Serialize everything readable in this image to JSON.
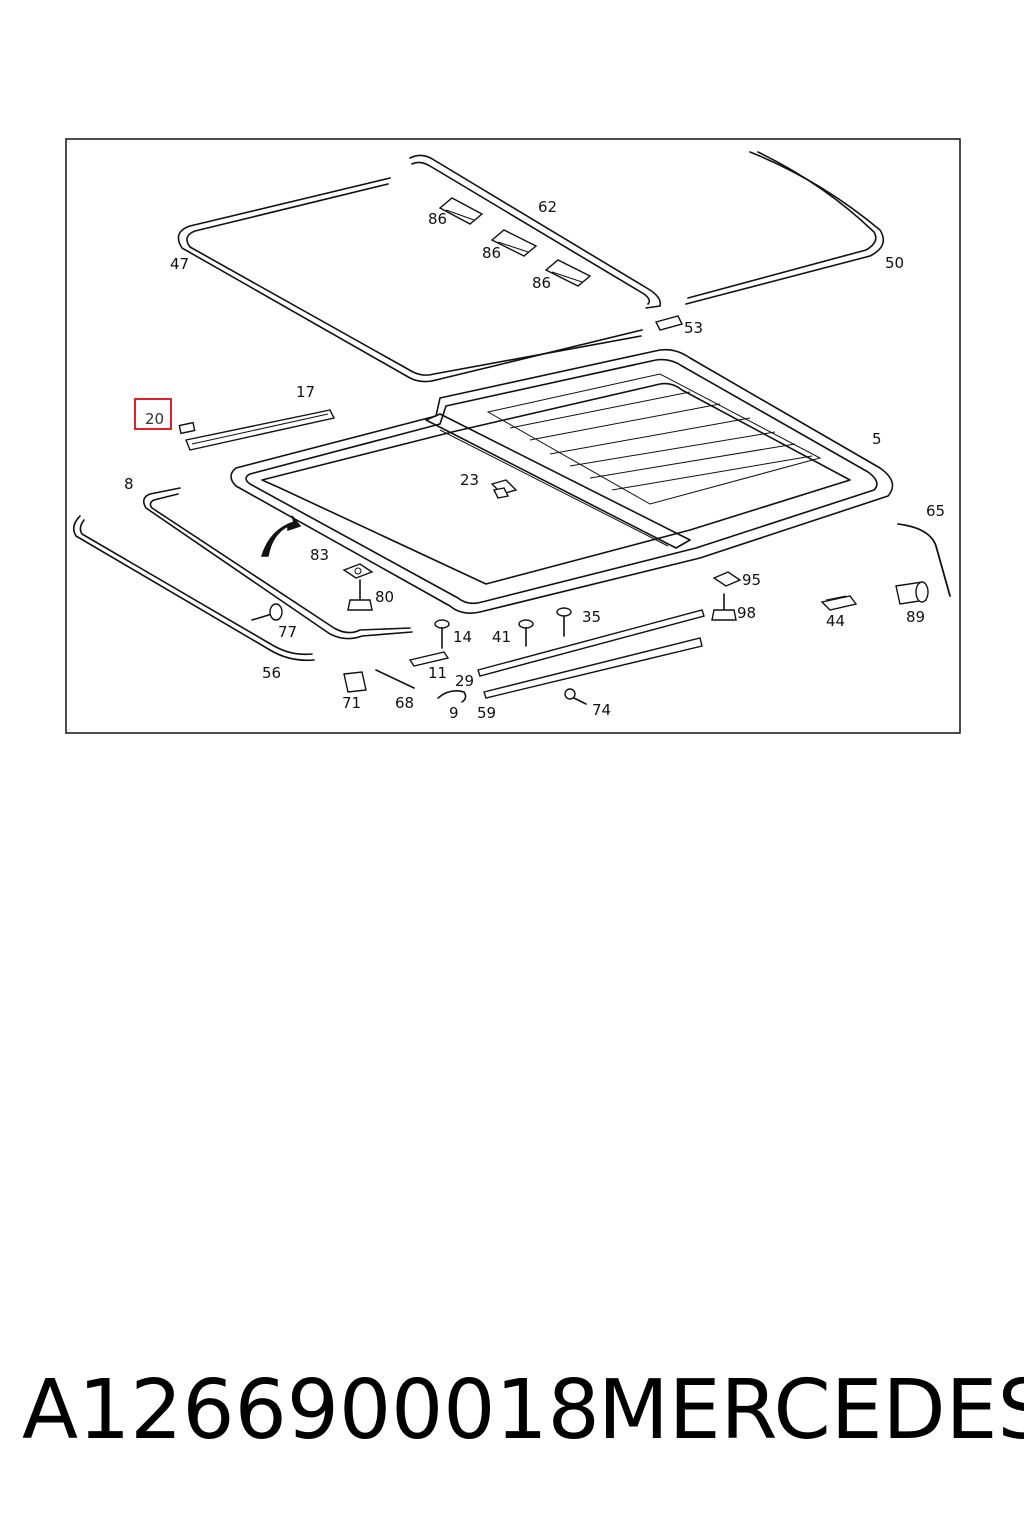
{
  "diagram": {
    "highlighted_part": "20",
    "highlight_color": "#e0202a",
    "callouts": {
      "p47": "47",
      "p86a": "86",
      "p86b": "86",
      "p86c": "86",
      "p62": "62",
      "p50": "50",
      "p53": "53",
      "p17": "17",
      "p20": "20",
      "p5": "5",
      "p23": "23",
      "p8": "8",
      "p65": "65",
      "p83": "83",
      "p80": "80",
      "p95": "95",
      "p98": "98",
      "p44": "44",
      "p89": "89",
      "p35": "35",
      "p14": "14",
      "p41": "41",
      "p77": "77",
      "p56": "56",
      "p11": "11",
      "p29": "29",
      "p71": "71",
      "p68": "68",
      "p9": "9",
      "p59": "59",
      "p74": "74"
    }
  },
  "footer": {
    "part_number": "A1266900018",
    "brand": "MERCEDES"
  }
}
